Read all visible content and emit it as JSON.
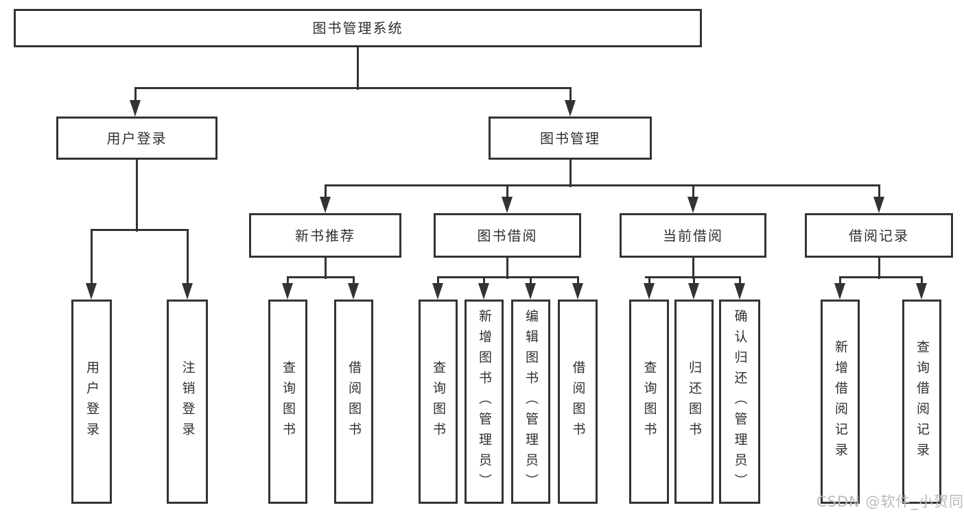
{
  "diagram": {
    "tree": {
      "label": "图书管理系统",
      "children": [
        {
          "label": "用户登录",
          "children": [
            {
              "label": "用户登录"
            },
            {
              "label": "注销登录"
            }
          ]
        },
        {
          "label": "图书管理",
          "children": [
            {
              "label": "新书推荐",
              "children": [
                {
                  "label": "查询图书"
                },
                {
                  "label": "借阅图书"
                }
              ]
            },
            {
              "label": "图书借阅",
              "children": [
                {
                  "label": "查询图书"
                },
                {
                  "label": "新增图书（管理员）"
                },
                {
                  "label": "编辑图书（管理员）"
                },
                {
                  "label": "借阅图书"
                }
              ]
            },
            {
              "label": "当前借阅",
              "children": [
                {
                  "label": "查询图书"
                },
                {
                  "label": "归还图书"
                },
                {
                  "label": "确认归还（管理员）"
                }
              ]
            },
            {
              "label": "借阅记录",
              "children": [
                {
                  "label": "新增借阅记录"
                },
                {
                  "label": "查询借阅记录"
                }
              ]
            }
          ]
        }
      ]
    },
    "watermark": "CSDN @软件_小贺同学",
    "colors": {
      "line": "#333333",
      "text": "#2f2f2f",
      "watermark": "#b9b9b9",
      "background": "#ffffff"
    }
  }
}
